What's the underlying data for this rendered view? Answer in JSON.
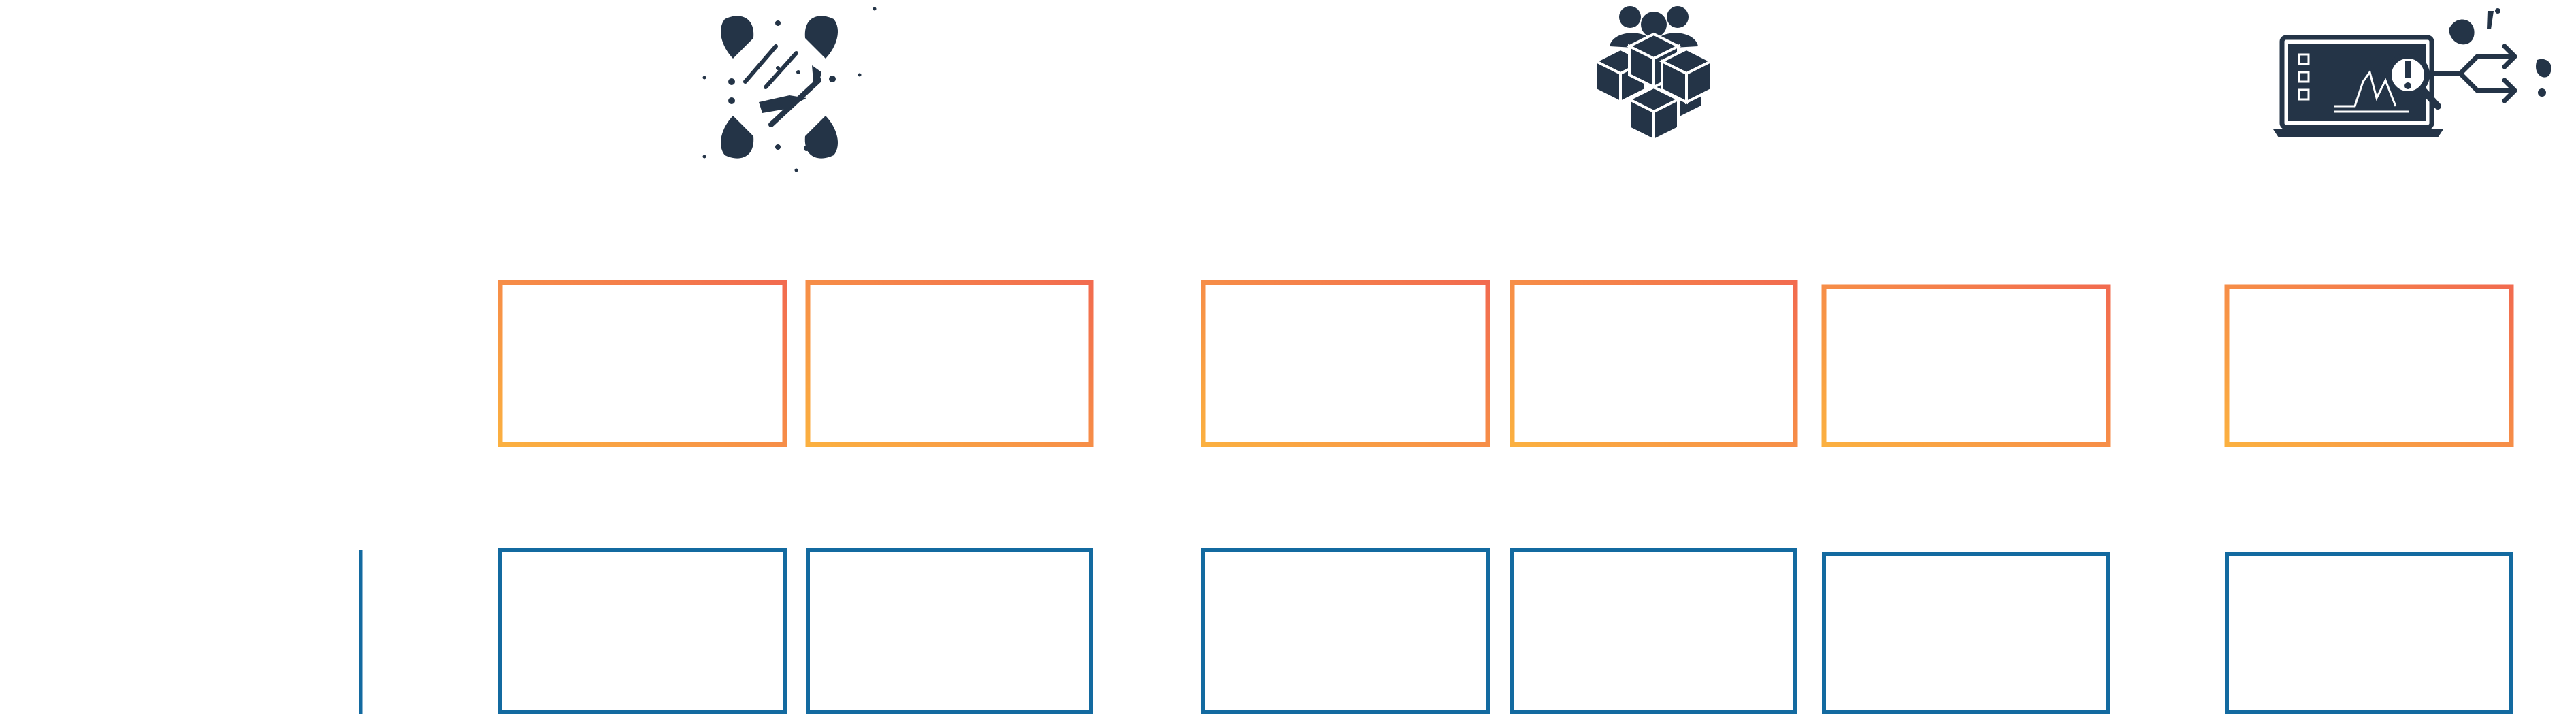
{
  "colors": {
    "orange_start": "#fbb040",
    "orange_end": "#f26b4f",
    "orange_marker": "#f7941d",
    "blue": "#136aa0",
    "icon": "#243447",
    "background": "#ffffff"
  },
  "icons": {
    "left": "atom-network-icon",
    "middle": "people-building-blocks-icon",
    "right": "laptop-analytics-branch-icon"
  },
  "rows": [
    {
      "name": "orange-row",
      "style": "orange-gradient",
      "box_count": 6
    },
    {
      "name": "blue-row",
      "style": "blue",
      "box_count": 6
    }
  ]
}
